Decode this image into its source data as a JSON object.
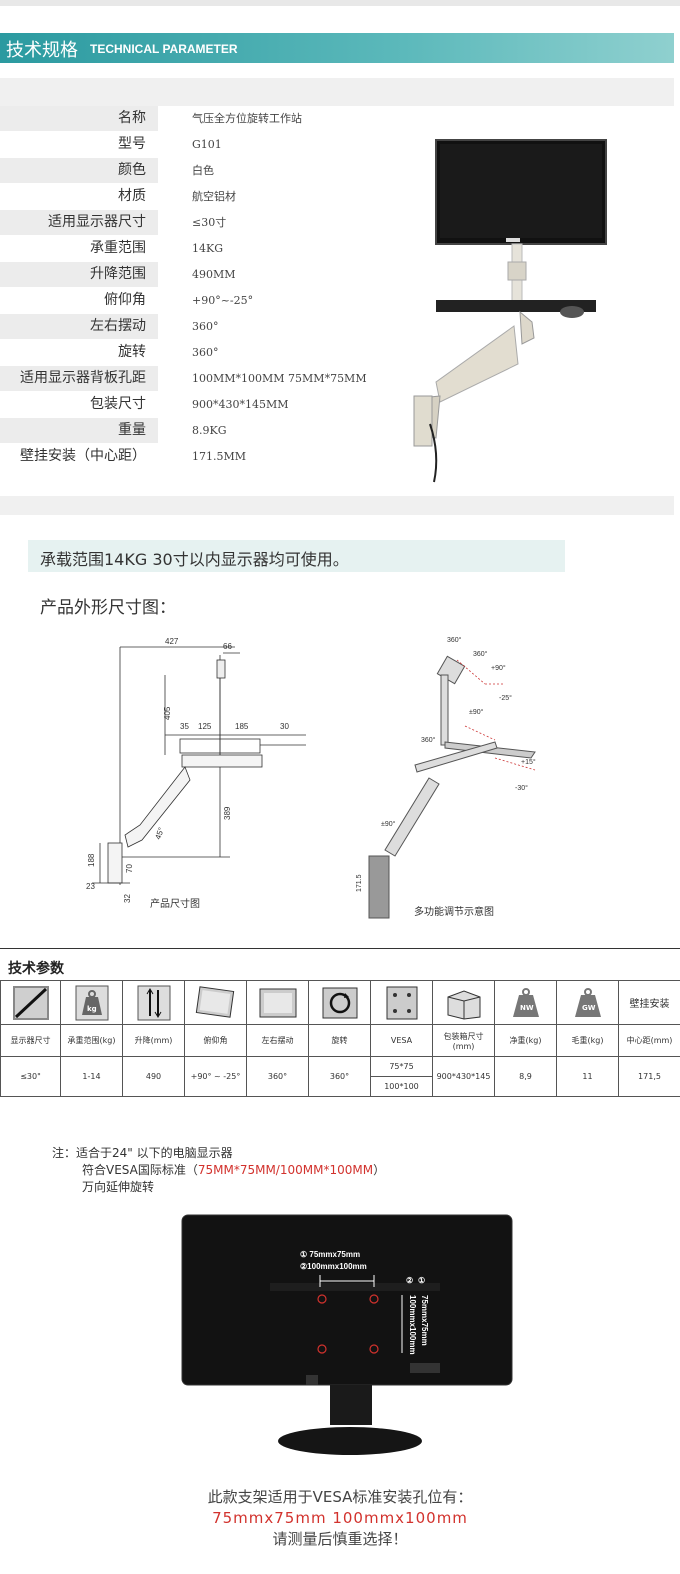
{
  "header": {
    "title_cn": "技术规格",
    "title_en": "TECHNICAL PARAMETER"
  },
  "spec_rows": [
    {
      "k": "名称",
      "v": "气压全方位旋转工作站"
    },
    {
      "k": "型号",
      "v": "G101"
    },
    {
      "k": "颜色",
      "v": "白色"
    },
    {
      "k": "材质",
      "v": "航空铝材"
    },
    {
      "k": "适用显示器尺寸",
      "v": "≤30寸"
    },
    {
      "k": "承重范围",
      "v": "14KG"
    },
    {
      "k": "升降范围",
      "v": "490MM"
    },
    {
      "k": "俯仰角",
      "v": "+90°~-25°"
    },
    {
      "k": "左右摆动",
      "v": "360°"
    },
    {
      "k": "旋转",
      "v": "360°"
    },
    {
      "k": "适用显示器背板孔距",
      "v": "100MM*100MM  75MM*75MM"
    },
    {
      "k": "包装尺寸",
      "v": "900*430*145MM"
    },
    {
      "k": "重量",
      "v": "8.9KG"
    },
    {
      "k": "壁挂安装（中心距）",
      "v": "171.5MM"
    }
  ],
  "note_bar": "承载范围14KG    30寸以内显示器均可使用。",
  "dim_title": "产品外形尺寸图：",
  "dims": {
    "d427": "427",
    "d66": "66",
    "d405": "405",
    "d35": "35",
    "d125": "125",
    "d185": "185",
    "d30": "30",
    "d389": "389",
    "d45": "45°",
    "d188": "188",
    "d70": "70",
    "d23": "23",
    "d32": "32",
    "caption": "产品尺寸图"
  },
  "multi": {
    "a360_1": "360°",
    "a360_2": "360°",
    "p90": "+90°",
    "m25": "-25°",
    "pm90": "±90°",
    "a360_3": "360°",
    "p15": "+15°",
    "m30": "-30°",
    "pm90_2": "±90°",
    "h1715": "171.5",
    "caption": "多功能调节示意图"
  },
  "tech_params": {
    "title": "技术参数",
    "labels": [
      "显示器尺寸",
      "承重范围(kg)",
      "升降(mm)",
      "俯仰角",
      "左右摆动",
      "旋转",
      "VESA",
      "包装箱尺寸(mm)",
      "净重(kg)",
      "毛重(kg)",
      "中心距(mm)"
    ],
    "last_header": "壁挂安装",
    "icon_texts": {
      "kg": "kg",
      "nw": "NW",
      "gw": "GW"
    },
    "values": [
      "≤30\"",
      "1-14",
      "490",
      "+90° ~ -25°",
      "360°",
      "360°",
      "75*75",
      "900*430*145",
      "8,9",
      "11",
      "171,5"
    ],
    "vesa_second": "100*100"
  },
  "notes": {
    "n1": "注：适合于24\" 以下的电脑显示器",
    "n2_a": "符合VESA国际标准（",
    "n2_red": "75MM*75MM/100MM*100MM",
    "n2_b": "）",
    "n3": "万向延伸旋转"
  },
  "monitor_labels": {
    "l1": "① 75mmx75mm",
    "l2": "②100mmx100mm",
    "v1": "75mmx75mm",
    "v2": "100mmx100mm",
    "c1": "①",
    "c2": "②"
  },
  "bottom": {
    "line1": "此款支架适用于VESA标准安装孔位有：",
    "line2": "75mmx75mm   100mmx100mm",
    "line3": "请测量后慎重选择！"
  },
  "colors": {
    "teal": "#2b9aa0",
    "red": "#d2322d",
    "note_bg": "#e6f2f1"
  }
}
